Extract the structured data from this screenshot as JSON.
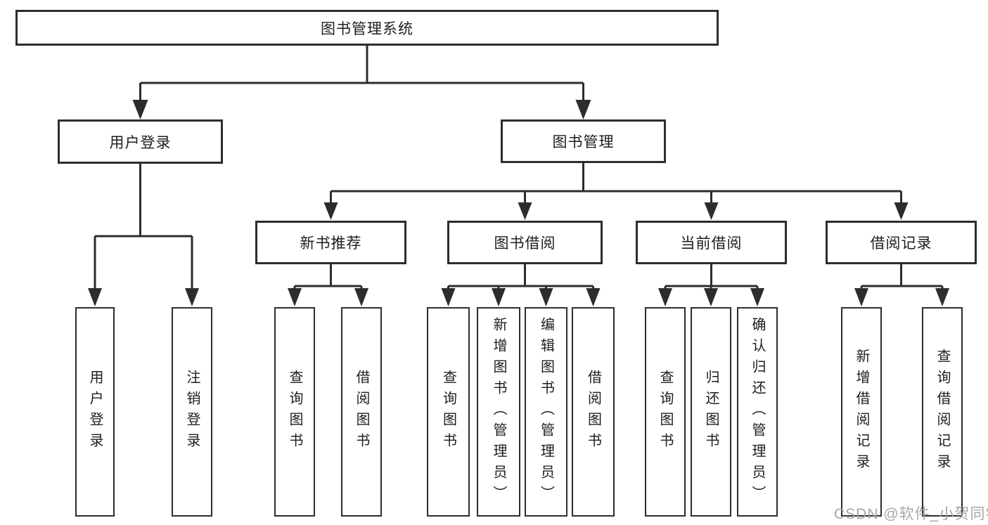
{
  "tree": {
    "label": "图书管理系统",
    "children": [
      {
        "label": "用户登录",
        "children": [
          {
            "label": "用户登录"
          },
          {
            "label": "注销登录"
          }
        ]
      },
      {
        "label": "图书管理",
        "children": [
          {
            "label": "新书推荐",
            "children": [
              {
                "label": "查询图书"
              },
              {
                "label": "借阅图书"
              }
            ]
          },
          {
            "label": "图书借阅",
            "children": [
              {
                "label": "查询图书"
              },
              {
                "label": "新增图书（管理员）"
              },
              {
                "label": "编辑图书（管理员）"
              },
              {
                "label": "借阅图书"
              }
            ]
          },
          {
            "label": "当前借阅",
            "children": [
              {
                "label": "查询图书"
              },
              {
                "label": "归还图书"
              },
              {
                "label": "确认归还（管理员）"
              }
            ]
          },
          {
            "label": "借阅记录",
            "children": [
              {
                "label": "新增借阅记录"
              },
              {
                "label": "查询借阅记录"
              }
            ]
          }
        ]
      }
    ]
  },
  "watermark": "CSDN @软件_小贺同学",
  "colors": {
    "line": "#2d2d2d",
    "text": "#1d1d1d",
    "box_background": "#ffffff",
    "watermark": "#a6a6a6",
    "background": "#ffffff"
  }
}
